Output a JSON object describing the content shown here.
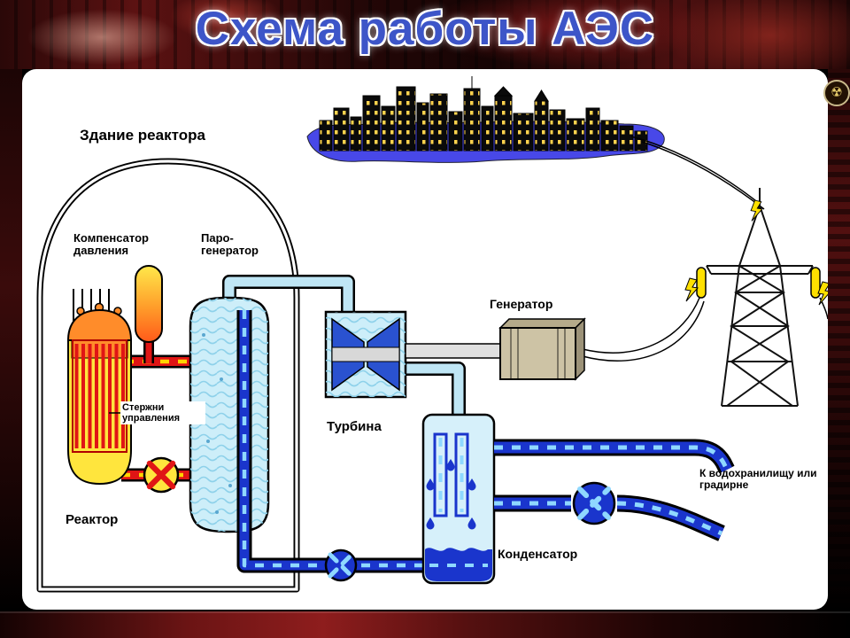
{
  "slide": {
    "title": "Схема работы АЭС"
  },
  "labels": {
    "reactor_building": "Здание реактора",
    "pressure_compensator": "Компенсатор давления",
    "steam_generator": "Паро-генератор",
    "control_rods": "Стержни управления",
    "reactor": "Реактор",
    "turbine": "Турбина",
    "generator": "Генератор",
    "condenser": "Конденсатор",
    "to_reservoir": "К водохранилищу или градирне"
  },
  "icons": {
    "radiation_sign": "☢"
  },
  "colors": {
    "title_blue": "#3d55c8",
    "primary_red": "#e01515",
    "dash_yellow": "#ffd400",
    "coolant_blue": "#1a35cc",
    "coolant_dash": "#8fd8ff",
    "steam_blue": "#bfe6f5",
    "steam_fill": "#cdeef9",
    "turbine_blue": "#2a52d0",
    "reactor_yellow": "#ffe53d",
    "reactor_orange": "#ff8c2a",
    "generator_tan": "#cdc3a5",
    "city_ground_blue": "#4848e8",
    "lightning_yellow": "#ffe000"
  }
}
